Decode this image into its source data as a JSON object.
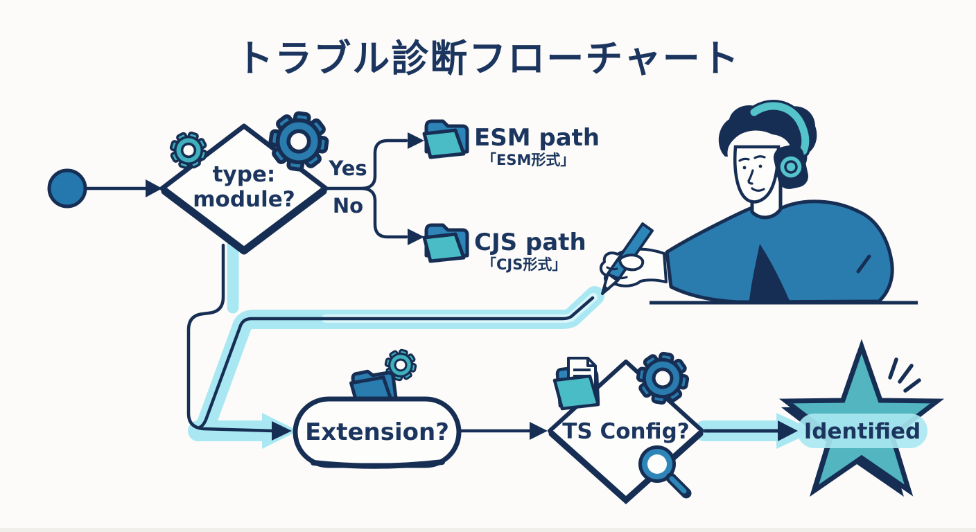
{
  "title": "トラブル診断フローチャート",
  "flow": {
    "start": {
      "icon": "start-circle"
    },
    "decision_type_module": {
      "line1": "type:",
      "line2": "module?",
      "shape": "diamond",
      "icons": [
        "gear-icon-teal",
        "gear-icon-blue"
      ]
    },
    "branches": {
      "yes": "Yes",
      "no": "No"
    },
    "esm": {
      "label": "ESM path",
      "sublabel": "「ESM形式」",
      "icon": "folder-icon"
    },
    "cjs": {
      "label": "CJS path",
      "sublabel": "「CJS形式」",
      "icon": "folder-icon"
    },
    "extension": {
      "label": "Extension?",
      "shape": "rounded-pill",
      "icons": [
        "folder-icon",
        "gear-icon"
      ]
    },
    "ts_config": {
      "label": "TS Config?",
      "shape": "diamond",
      "icons": [
        "folder-document-icon",
        "gear-icon",
        "magnifier-icon"
      ]
    },
    "identified": {
      "label": "Identified",
      "shape": "star",
      "icons": [
        "spark-lines"
      ]
    }
  },
  "illustration": {
    "description": "person wearing headphones at a desk drawing the highlighted flow path with a pen",
    "icons": [
      "headphones-icon",
      "pen-icon",
      "desk-line"
    ]
  },
  "colors": {
    "background": "#FCFBF9",
    "navy": "#172E54",
    "blue": "#2A7CAE",
    "teal": "#4ABCC6",
    "star_teal": "#52B5BF",
    "highlight_cyan": "#A9E8F2"
  }
}
